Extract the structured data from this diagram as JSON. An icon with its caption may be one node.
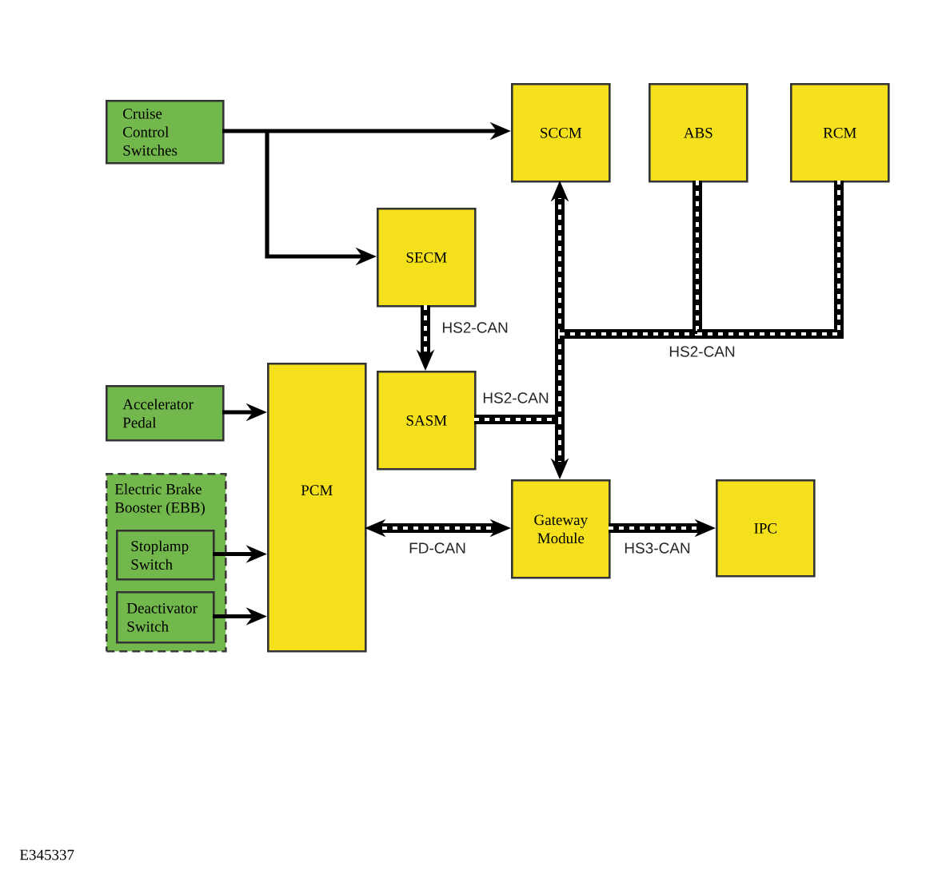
{
  "diagram": {
    "nodes": [
      {
        "text": [
          "Cruise Control Switches"
        ]
      },
      {
        "text": [
          "SCCM"
        ]
      },
      {
        "text": [
          "ABS"
        ]
      },
      {
        "text": [
          "RCM"
        ]
      },
      {
        "text": [
          "SECM"
        ]
      },
      {
        "text": [
          "Accelerator Pedal"
        ]
      },
      {
        "text": [
          "PCM"
        ]
      },
      {
        "text": [
          "SASM"
        ]
      },
      {
        "text": [
          "Electric Brake Booster (EBB)"
        ]
      },
      {
        "text": [
          "Stoplamp Switch"
        ],
        "in": 8
      },
      {
        "text": [
          "Deactivator Switch"
        ],
        "in": 8
      },
      {
        "text": [
          "Gateway Module"
        ]
      },
      {
        "text": [
          "IPC"
        ]
      }
    ],
    "edges": [
      {
        "from": 0,
        "to": 1,
        "arrow": "to"
      },
      {
        "from": 0,
        "to": 4,
        "arrow": "to"
      },
      {
        "from": 4,
        "to": 7,
        "arrow": "to",
        "label": "HS2-CAN"
      },
      {
        "from": 7,
        "to": 1,
        "arrow": "to"
      },
      {
        "from": 7,
        "to": 11,
        "arrow": "to",
        "label": "HS2-CAN"
      },
      {
        "from": 2,
        "to": 1,
        "arrow": "to"
      },
      {
        "from": 2,
        "to": 11,
        "arrow": "to"
      },
      {
        "from": 3,
        "to": 1,
        "arrow": "to"
      },
      {
        "from": 3,
        "to": 11,
        "arrow": "to",
        "label": "HS2-CAN"
      },
      {
        "from": 5,
        "to": 6,
        "arrow": "to"
      },
      {
        "from": 9,
        "to": 6,
        "arrow": "to"
      },
      {
        "from": 10,
        "to": 6,
        "arrow": "to"
      },
      {
        "from": 6,
        "to": 11,
        "arrow": "both",
        "label": "FD-CAN"
      },
      {
        "from": 11,
        "to": 12,
        "arrow": "to",
        "label": "HS3-CAN"
      }
    ],
    "labels": [
      "E345337"
    ]
  }
}
